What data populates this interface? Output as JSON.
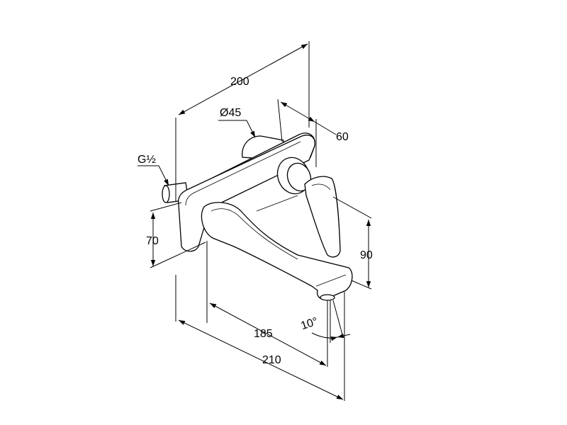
{
  "drawing": {
    "dimensions": {
      "overall_depth": "200",
      "outlet_diameter": "Ø45",
      "plate_offset": "60",
      "thread": "G½",
      "plate_height": "70",
      "spout_height": "90",
      "spout_length_inner": "185",
      "spout_length_outer": "210",
      "spout_angle": "10°"
    }
  }
}
